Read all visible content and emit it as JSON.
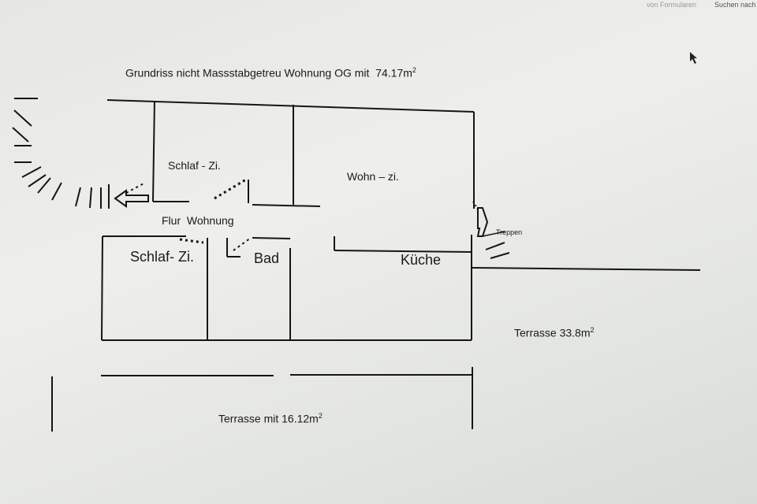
{
  "browser_toolbar": {
    "form_fill_label": "von Formularen",
    "search_label": "Suchen nach"
  },
  "plan": {
    "title": "Grundriss nicht Massstabgetreu Wohnung OG mit",
    "area_value": "74.17m",
    "area_unit_sup": "2",
    "rooms": {
      "schlaf_zi_1": "Schlaf - Zi.",
      "wohn_zi": "Wohn – zi.",
      "flur": "Flur  Wohnung",
      "schlaf_zi_2": "Schlaf- Zi.",
      "bad": "Bad",
      "kueche": "Küche"
    },
    "stairs_label": "Treppen",
    "terrace_right": "Terrasse 33.8m",
    "terrace_right_sup": "2",
    "terrace_bottom": "Terrasse mit 16.12m",
    "terrace_bottom_sup": "2"
  }
}
